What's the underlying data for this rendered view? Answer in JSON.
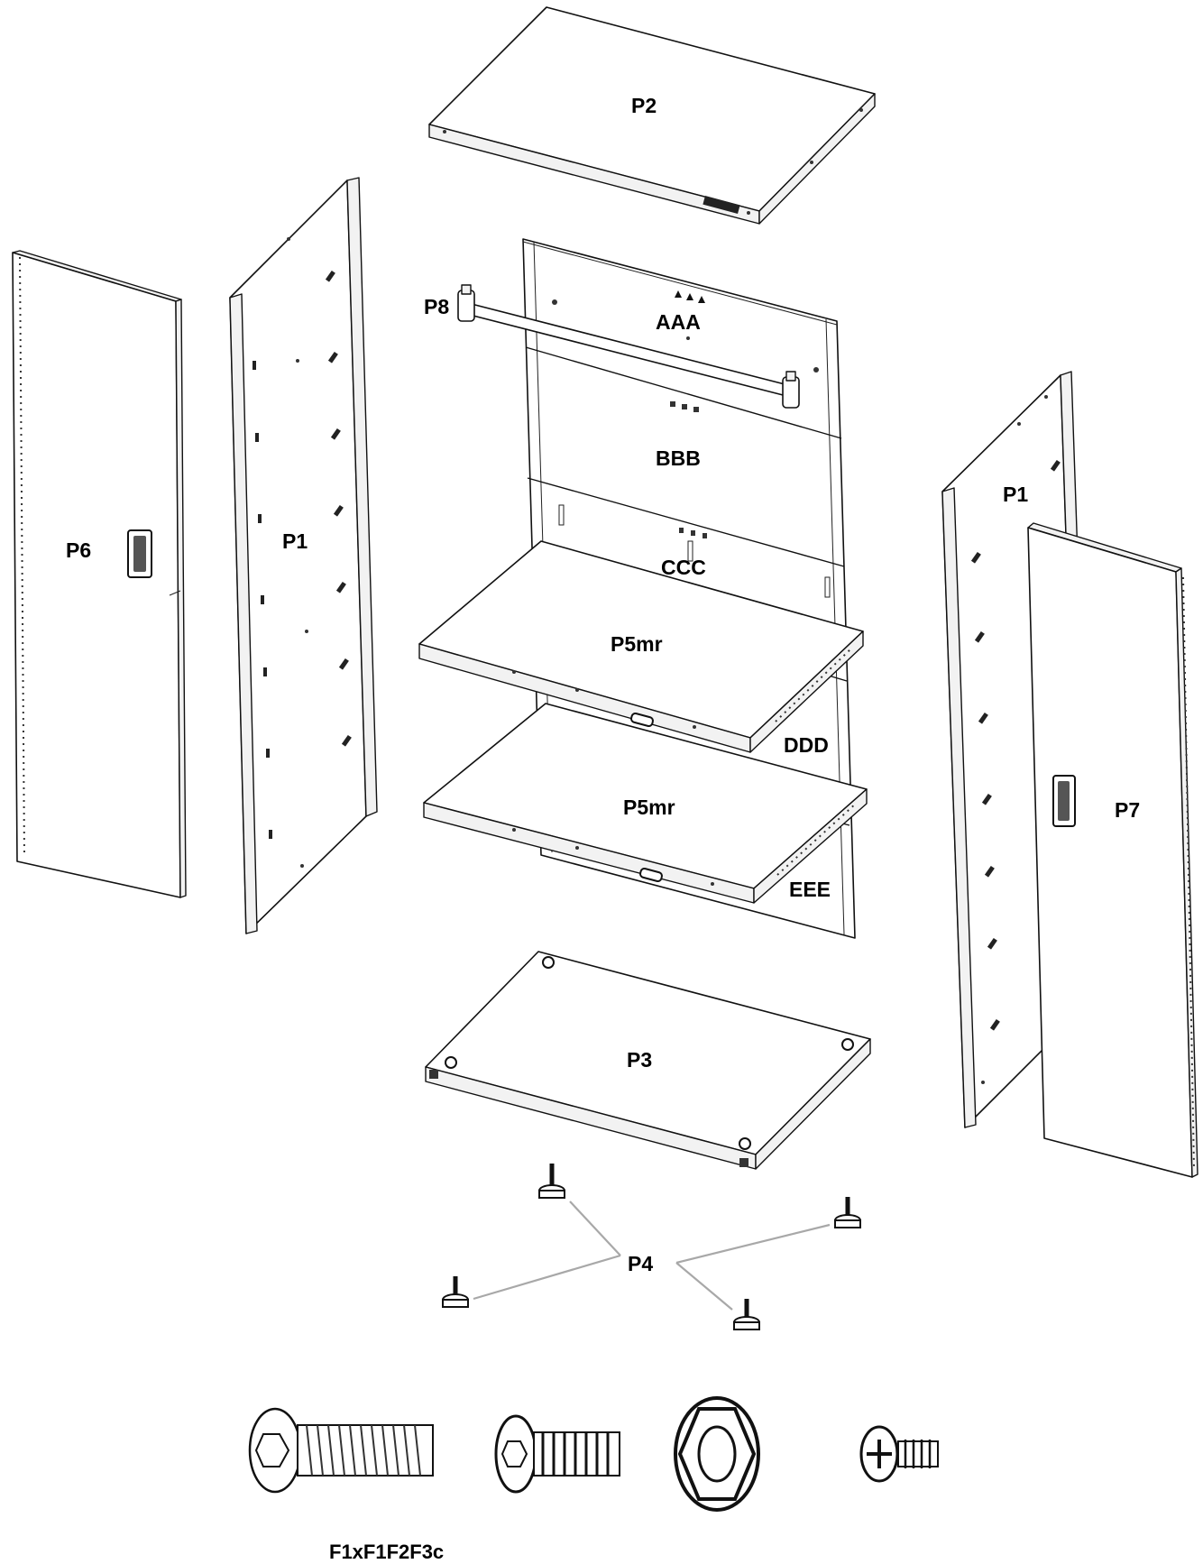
{
  "labels": {
    "top_panel": "P2",
    "back_panel_top": "AAA",
    "back_panel_mid": "BBB",
    "back_panel_lower": "CCC",
    "back_panel_fourth": "DDD",
    "back_panel_bottom": "EEE",
    "hanging_rod": "P8",
    "left_side_panel": "P1",
    "right_side_panel": "P1",
    "left_door": "P6",
    "right_door": "P7",
    "shelf_upper": "P5mr",
    "shelf_lower": "P5mr",
    "bottom_panel": "P3",
    "leveling_feet": "P4",
    "hardware_caption": "F1xF1F2F3c"
  }
}
